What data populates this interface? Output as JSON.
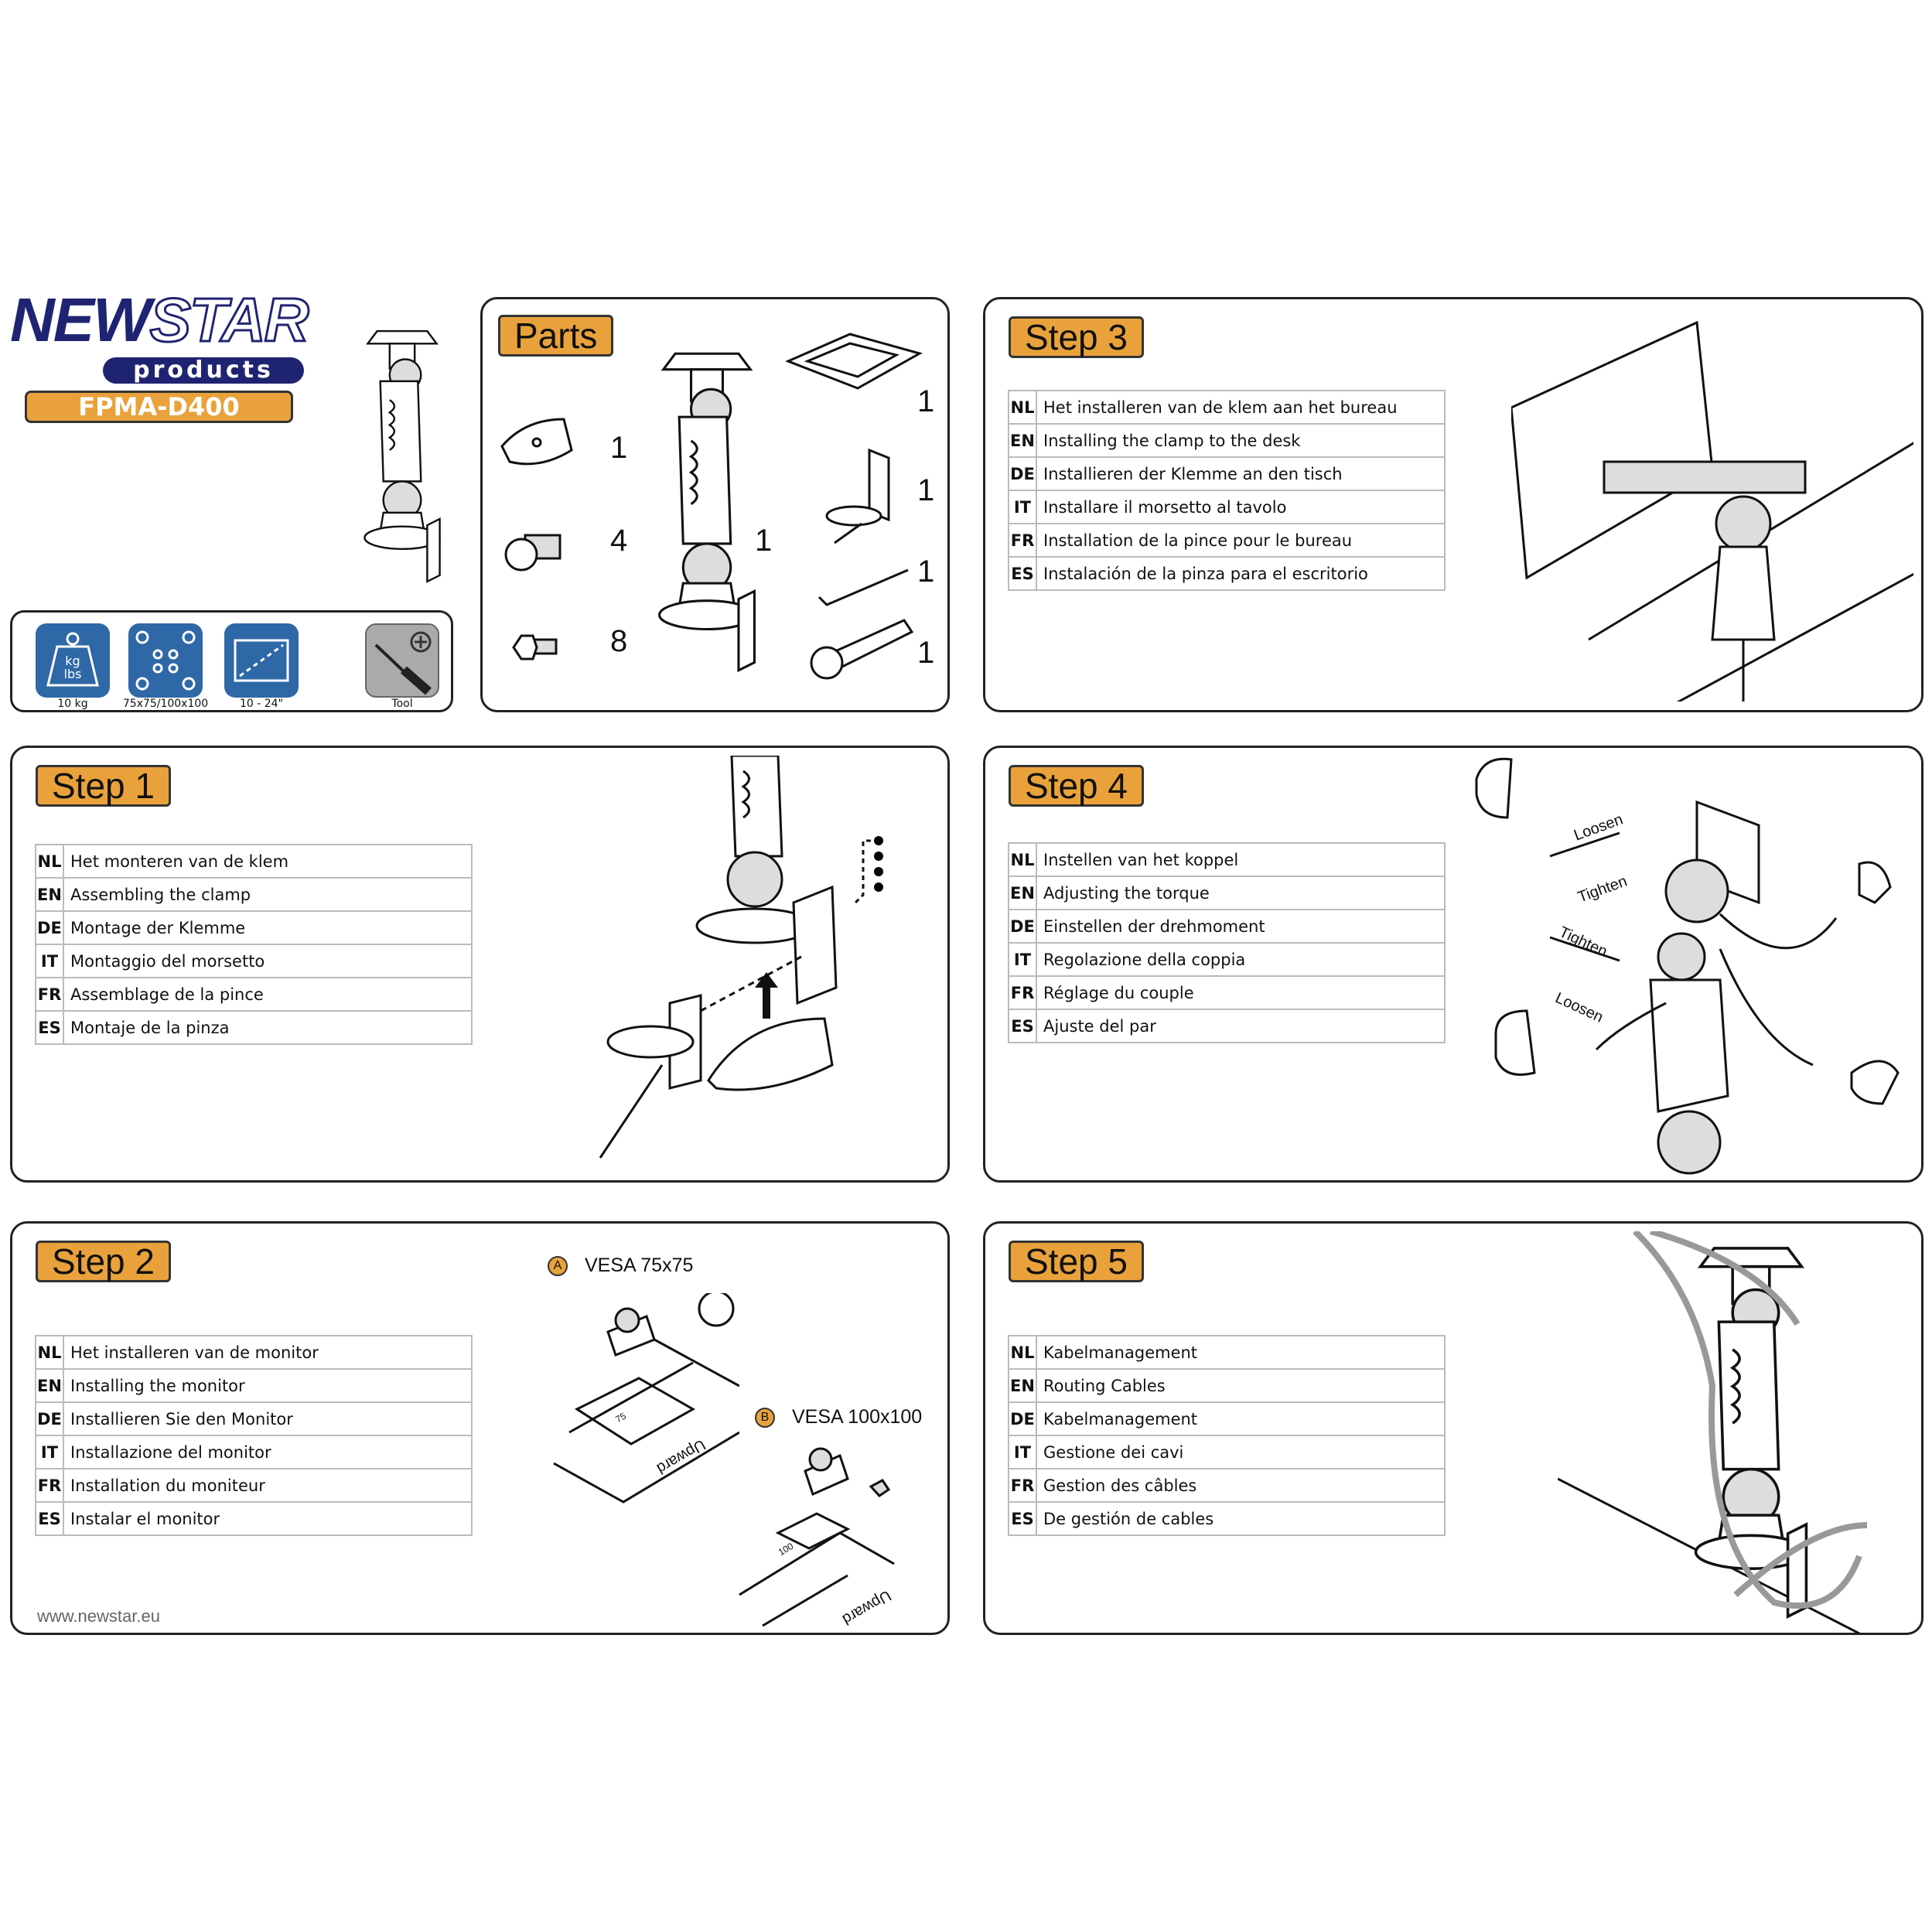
{
  "brand": {
    "name_part1": "NEW",
    "name_part2": "STAR",
    "sub": "products",
    "model": "FPMA-D400"
  },
  "specs": [
    {
      "icon": "weight-icon",
      "label": "10 kg",
      "icon_text_1": "kg",
      "icon_text_2": "lbs"
    },
    {
      "icon": "vesa-pattern-icon",
      "label": "75x75/100x100"
    },
    {
      "icon": "screen-size-icon",
      "label": "10 - 24\""
    },
    {
      "icon": "screwdriver-icon",
      "label": "Tool"
    }
  ],
  "parts": {
    "title": "Parts",
    "items": [
      {
        "name": "base-plate",
        "qty": "1"
      },
      {
        "name": "knob-screw",
        "qty": "4"
      },
      {
        "name": "bolt",
        "qty": "8"
      },
      {
        "name": "arm",
        "qty": "1"
      },
      {
        "name": "vesa-plate",
        "qty": "1"
      },
      {
        "name": "clamp",
        "qty": "1"
      },
      {
        "name": "allen-key",
        "qty": "1"
      },
      {
        "name": "wrench",
        "qty": "1"
      }
    ]
  },
  "steps": {
    "step1": {
      "title": "Step 1",
      "rows": [
        {
          "code": "NL",
          "text": "Het monteren van de klem"
        },
        {
          "code": "EN",
          "text": "Assembling the clamp"
        },
        {
          "code": "DE",
          "text": "Montage der Klemme"
        },
        {
          "code": "IT",
          "text": "Montaggio del morsetto"
        },
        {
          "code": "FR",
          "text": "Assemblage de la pince"
        },
        {
          "code": "ES",
          "text": "Montaje de la pinza"
        }
      ]
    },
    "step2": {
      "title": "Step 2",
      "rows": [
        {
          "code": "NL",
          "text": "Het installeren van de monitor"
        },
        {
          "code": "EN",
          "text": "Installing the monitor"
        },
        {
          "code": "DE",
          "text": "Installieren Sie den Monitor"
        },
        {
          "code": "IT",
          "text": "Installazione del monitor"
        },
        {
          "code": "FR",
          "text": "Installation du moniteur"
        },
        {
          "code": "ES",
          "text": "Instalar el monitor"
        }
      ],
      "option_a": {
        "badge": "A",
        "label": "VESA 75x75",
        "dim": "75"
      },
      "option_b": {
        "badge": "B",
        "label": "VESA 100x100",
        "dim": "100"
      },
      "upward": "Upward"
    },
    "step3": {
      "title": "Step 3",
      "rows": [
        {
          "code": "NL",
          "text": "Het installeren van de klem aan het bureau"
        },
        {
          "code": "EN",
          "text": "Installing the clamp to the desk"
        },
        {
          "code": "DE",
          "text": "Installieren der Klemme an den tisch"
        },
        {
          "code": "IT",
          "text": "Installare il morsetto al tavolo"
        },
        {
          "code": "FR",
          "text": "Installation de la pince pour le bureau"
        },
        {
          "code": "ES",
          "text": "Instalación de la pinza para el escritorio"
        }
      ]
    },
    "step4": {
      "title": "Step 4",
      "rows": [
        {
          "code": "NL",
          "text": "Instellen van het koppel"
        },
        {
          "code": "EN",
          "text": "Adjusting the torque"
        },
        {
          "code": "DE",
          "text": "Einstellen der drehmoment"
        },
        {
          "code": "IT",
          "text": "Regolazione della coppia"
        },
        {
          "code": "FR",
          "text": "Réglage du couple"
        },
        {
          "code": "ES",
          "text": "Ajuste del par"
        }
      ],
      "labels": {
        "loosen": "Loosen",
        "tighten": "Tighten"
      }
    },
    "step5": {
      "title": "Step 5",
      "rows": [
        {
          "code": "NL",
          "text": "Kabelmanagement"
        },
        {
          "code": "EN",
          "text": "Routing Cables"
        },
        {
          "code": "DE",
          "text": "Kabelmanagement"
        },
        {
          "code": "IT",
          "text": "Gestione dei cavi"
        },
        {
          "code": "FR",
          "text": "Gestion des câbles"
        },
        {
          "code": "ES",
          "text": "De gestión de cables"
        }
      ]
    }
  },
  "footer": {
    "url": "www.newstar.eu"
  },
  "colors": {
    "accent": "#e9a23b",
    "brand": "#1f2472",
    "icon_blue": "#2f68a6"
  }
}
